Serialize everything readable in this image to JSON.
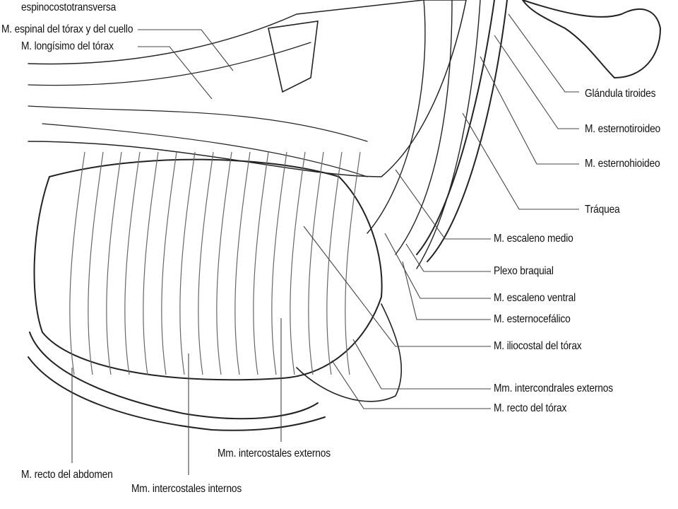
{
  "labels": {
    "espinocostotransversa": "espinocostotransversa",
    "espinal_torax_cuello": "M. espinal del tórax y del cuello",
    "longisimo_torax": "M. longísimo del tórax",
    "glandula_tiroides": "Glándula tiroides",
    "esternotiroideo": "M. esternotiroideo",
    "esternohioideo": "M. esternohioideo",
    "traquea": "Tráquea",
    "escaleno_medio": "M. escaleno medio",
    "plexo_braquial": "Plexo braquial",
    "escaleno_ventral": "M. escaleno ventral",
    "esternocefalico": "M. esternocefálico",
    "iliocostal_torax": "M. iliocostal del tórax",
    "intercondrales_externos": "Mm. intercondrales externos",
    "recto_torax": "M. recto del tórax",
    "intercostales_externos": "Mm. intercostales externos",
    "recto_abdomen": "M. recto del abdomen",
    "intercostales_internos": "Mm. intercostales internos"
  }
}
